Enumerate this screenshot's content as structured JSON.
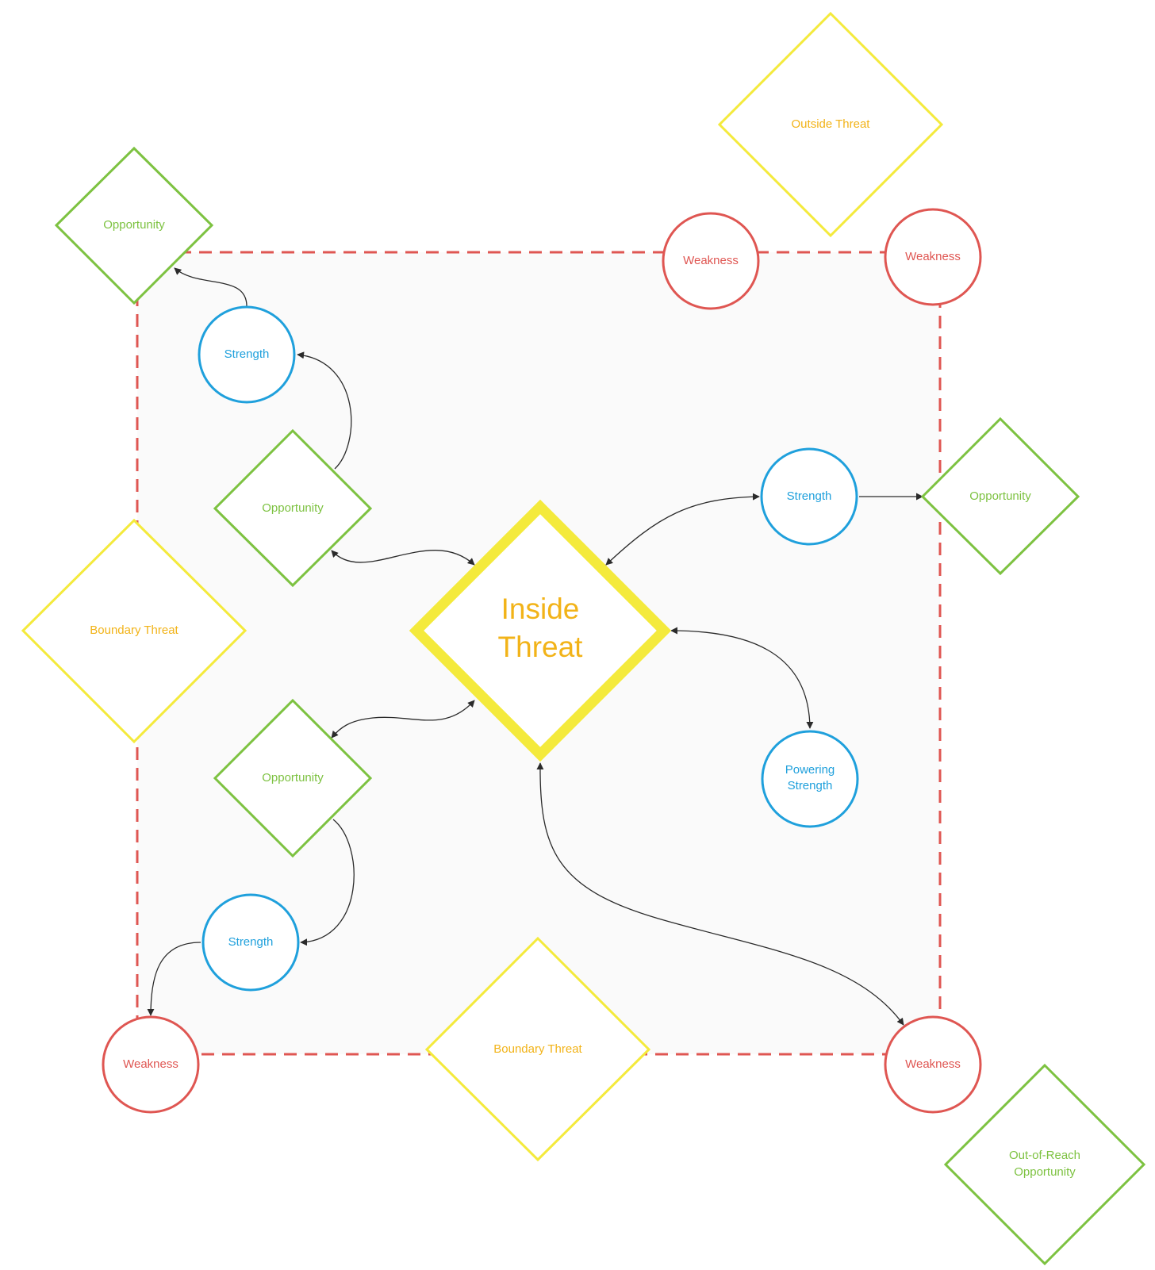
{
  "colors": {
    "opportunity": "#7dc241",
    "strength": "#1fa0dc",
    "weakness": "#df5652",
    "threat_stroke": "#f4ea3c",
    "threat_text": "#f2b318",
    "boundary": "#df5652",
    "boundary_fill": "#fafafa",
    "connector": "#2b2b2b"
  },
  "nodes": {
    "outside_threat": {
      "label": "Outside Threat",
      "kind": "threat"
    },
    "opportunity_top_left": {
      "label": "Opportunity",
      "kind": "opportunity"
    },
    "weakness_top_mid": {
      "label": "Weakness",
      "kind": "weakness"
    },
    "weakness_top_right": {
      "label": "Weakness",
      "kind": "weakness"
    },
    "strength_upper_left": {
      "label": "Strength",
      "kind": "strength"
    },
    "opportunity_upper_inner": {
      "label": "Opportunity",
      "kind": "opportunity"
    },
    "strength_right": {
      "label": "Strength",
      "kind": "strength"
    },
    "opportunity_right": {
      "label": "Opportunity",
      "kind": "opportunity"
    },
    "boundary_threat_left": {
      "label": "Boundary Threat",
      "kind": "threat"
    },
    "inside_threat": {
      "label_line1": "Inside",
      "label_line2": "Threat",
      "kind": "threat"
    },
    "opportunity_lower_inner": {
      "label": "Opportunity",
      "kind": "opportunity"
    },
    "powering_strength": {
      "label_line1": "Powering",
      "label_line2": "Strength",
      "kind": "strength"
    },
    "strength_lower_left": {
      "label": "Strength",
      "kind": "strength"
    },
    "weakness_bottom_left": {
      "label": "Weakness",
      "kind": "weakness"
    },
    "boundary_threat_bottom": {
      "label": "Boundary Threat",
      "kind": "threat"
    },
    "weakness_bottom_right": {
      "label": "Weakness",
      "kind": "weakness"
    },
    "out_of_reach_opportunity": {
      "label_line1": "Out-of-Reach",
      "label_line2": "Opportunity",
      "kind": "opportunity"
    }
  },
  "connections": [
    {
      "from": "strength_upper_left",
      "to": "opportunity_top_left",
      "arrows": "end"
    },
    {
      "from": "opportunity_upper_inner",
      "to": "strength_upper_left",
      "arrows": "end"
    },
    {
      "from": "opportunity_upper_inner",
      "to": "inside_threat",
      "arrows": "both"
    },
    {
      "from": "inside_threat",
      "to": "strength_right",
      "arrows": "both"
    },
    {
      "from": "strength_right",
      "to": "opportunity_right",
      "arrows": "end"
    },
    {
      "from": "inside_threat",
      "to": "powering_strength",
      "arrows": "both"
    },
    {
      "from": "inside_threat",
      "to": "opportunity_lower_inner",
      "arrows": "both"
    },
    {
      "from": "opportunity_lower_inner",
      "to": "strength_lower_left",
      "arrows": "end"
    },
    {
      "from": "strength_lower_left",
      "to": "weakness_bottom_left",
      "arrows": "end"
    },
    {
      "from": "inside_threat",
      "to": "weakness_bottom_right",
      "arrows": "both"
    }
  ]
}
